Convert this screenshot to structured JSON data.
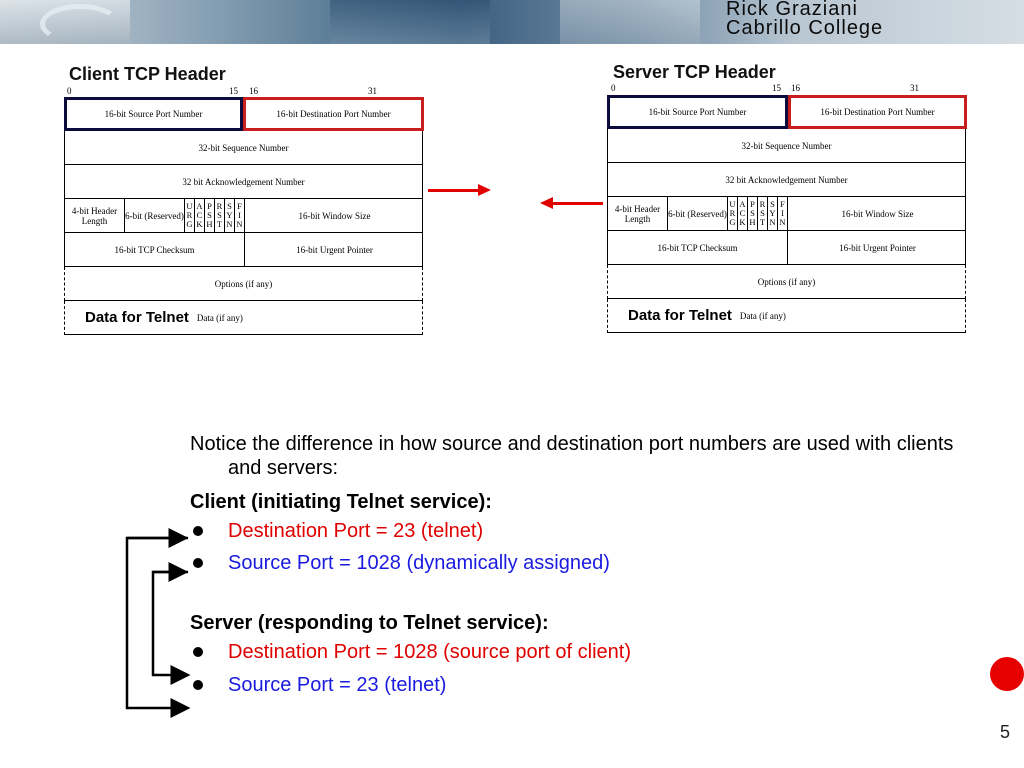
{
  "banner": {
    "line1": "Rick Graziani",
    "line2": "Cabrillo College"
  },
  "client": {
    "title": "Client TCP Header",
    "bit_labels": [
      "0",
      "15",
      "16",
      "31"
    ],
    "source_port": "16-bit Source Port Number",
    "dest_port": "16-bit Destination Port Number",
    "seq": "32-bit Sequence Number",
    "ack": "32 bit Acknowledgement Number",
    "hlen": "4-bit Header Length",
    "reserved": "6-bit (Reserved)",
    "flags": [
      [
        "U",
        "R",
        "G"
      ],
      [
        "A",
        "C",
        "K"
      ],
      [
        "P",
        "S",
        "H"
      ],
      [
        "R",
        "S",
        "T"
      ],
      [
        "S",
        "Y",
        "N"
      ],
      [
        "F",
        "I",
        "N"
      ]
    ],
    "window": "16-bit Window Size",
    "checksum": "16-bit TCP Checksum",
    "urgent": "16-bit Urgent Pointer",
    "options": "Options (if any)",
    "data_big": "Data for Telnet",
    "data_small": "Data (if any)"
  },
  "server": {
    "title": "Server TCP Header",
    "bit_labels": [
      "0",
      "15",
      "16",
      "31"
    ],
    "source_port": "16-bit Source Port Number",
    "dest_port": "16-bit Destination Port Number",
    "seq": "32-bit Sequence Number",
    "ack": "32 bit Acknowledgement Number",
    "hlen": "4-bit Header Length",
    "reserved": "6-bit (Reserved)",
    "flags": [
      [
        "U",
        "R",
        "G"
      ],
      [
        "A",
        "C",
        "K"
      ],
      [
        "P",
        "S",
        "H"
      ],
      [
        "R",
        "S",
        "T"
      ],
      [
        "S",
        "Y",
        "N"
      ],
      [
        "F",
        "I",
        "N"
      ]
    ],
    "window": "16-bit Window Size",
    "checksum": "16-bit TCP Checksum",
    "urgent": "16-bit Urgent Pointer",
    "options": "Options (if any)",
    "data_big": "Data for Telnet",
    "data_small": "Data (if any)"
  },
  "notes": {
    "intro": "Notice the difference in how source and destination port numbers are used with clients and servers:",
    "client_heading": "Client (initiating Telnet service):",
    "client_dest": "Destination Port = 23 (telnet)",
    "client_src": "Source Port = 1028 (dynamically assigned)",
    "server_heading": "Server (responding to Telnet service):",
    "server_dest": "Destination Port = 1028 (source port of client)",
    "server_src": "Source Port = 23 (telnet)"
  },
  "colors": {
    "red": "#e00000",
    "blue": "#1a1ae0",
    "dark_navy": "#0b0b3c"
  },
  "page_number": "5"
}
